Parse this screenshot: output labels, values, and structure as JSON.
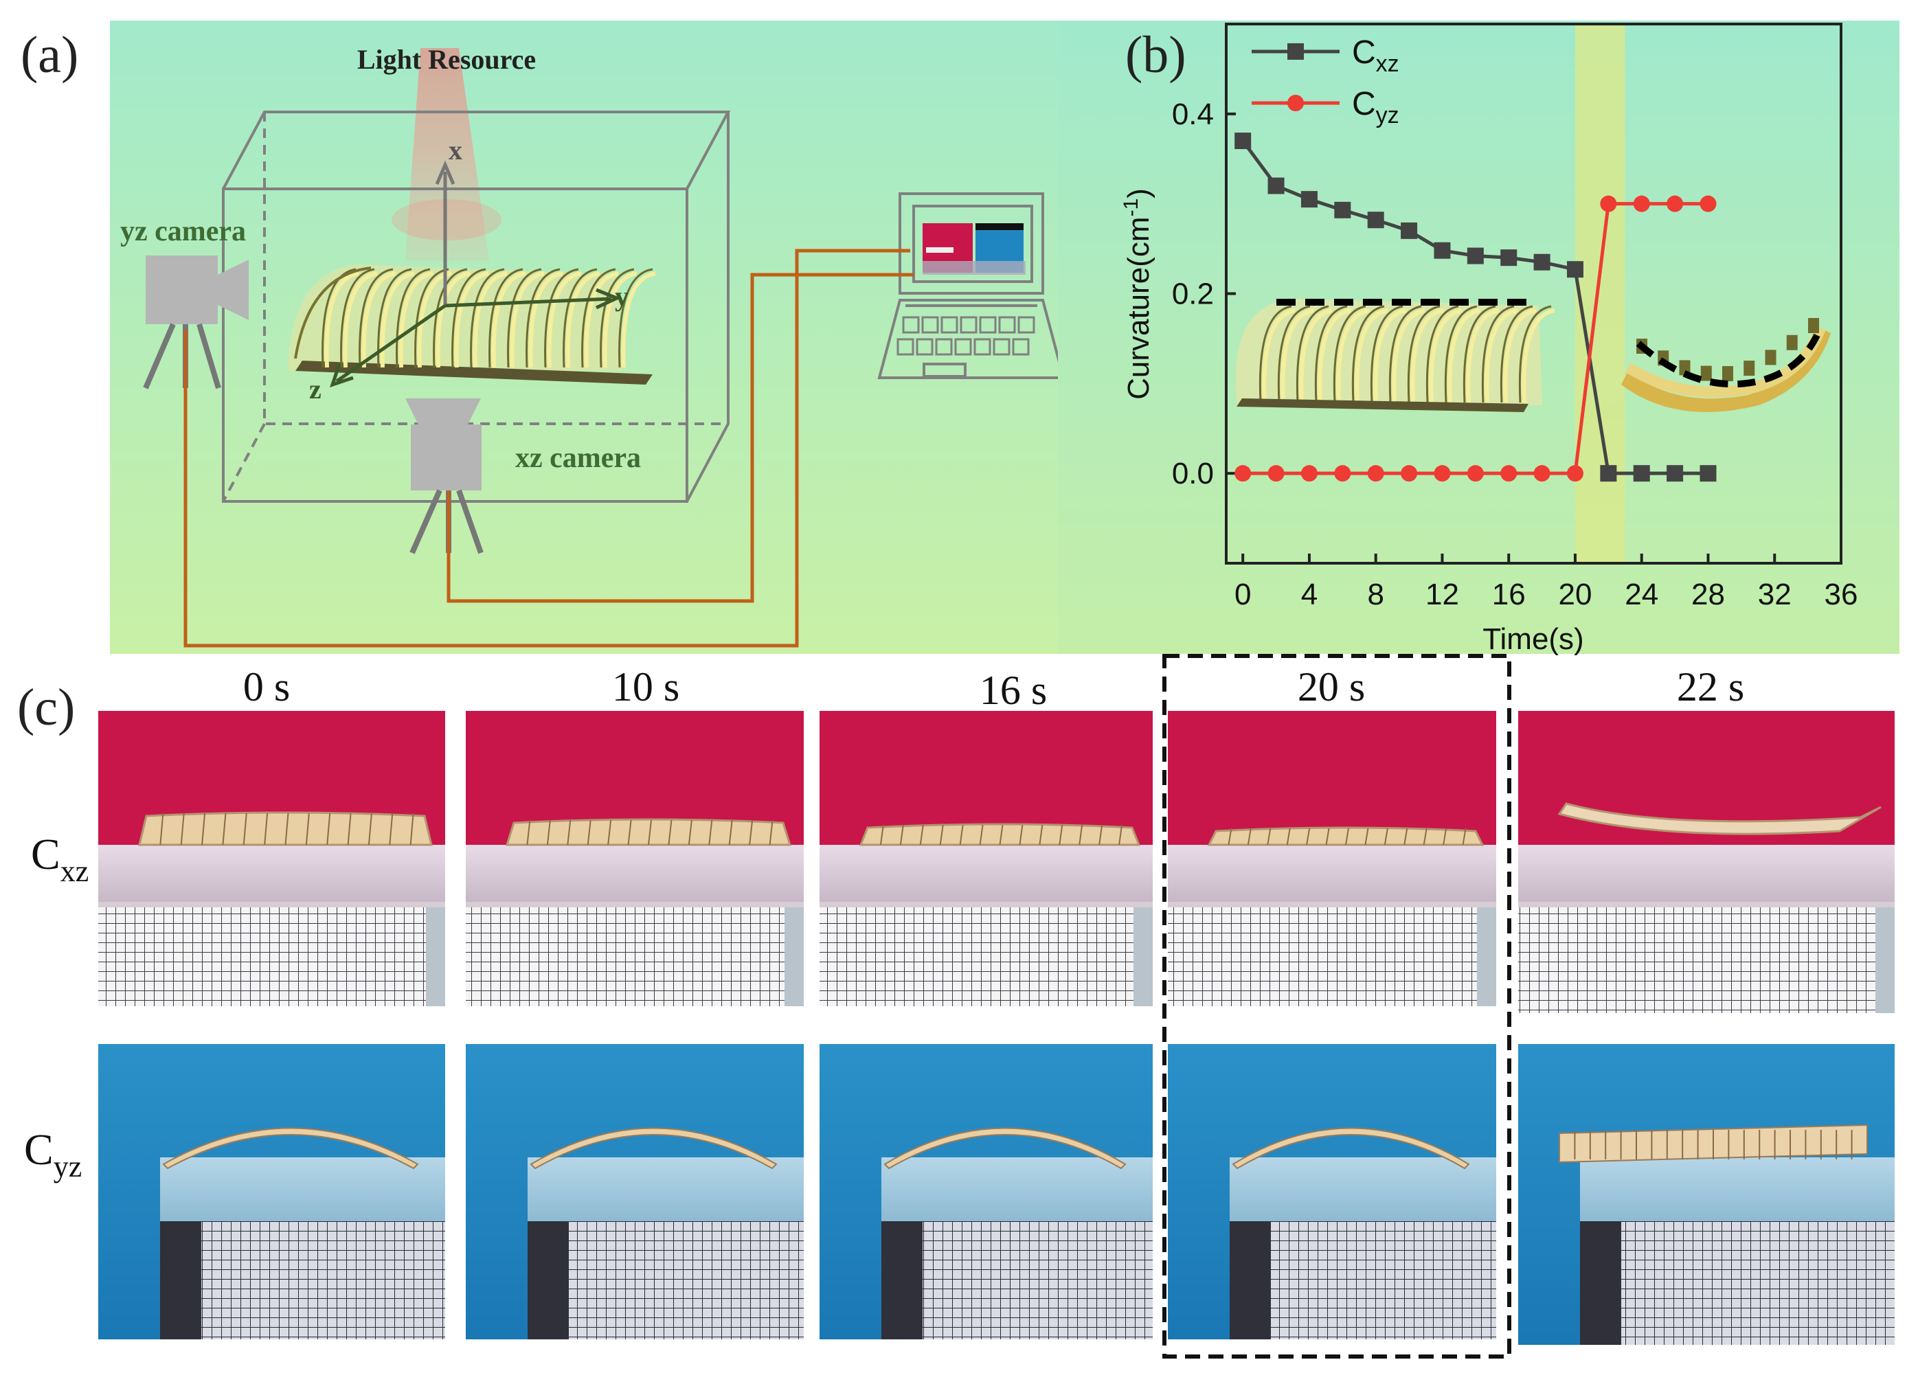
{
  "panels": {
    "a": {
      "label": "(a)",
      "light_label": "Light Resource",
      "yz_camera": "yz camera",
      "xz_camera": "xz camera",
      "axis_x": "x",
      "axis_y": "y",
      "axis_z": "z"
    },
    "b": {
      "label": "(b)"
    },
    "c": {
      "label": "(c)",
      "times": [
        "0 s",
        "10 s",
        "16 s",
        "20 s",
        "22 s"
      ],
      "row1": {
        "main": "C",
        "sub": "xz"
      },
      "row2": {
        "main": "C",
        "sub": "yz"
      },
      "highlight_index": 3
    }
  },
  "colors": {
    "cxz": "#444444",
    "cyz": "#ee3b33",
    "highlight": "#d9e88c",
    "bg_a_top": "#9ee9c9",
    "bg_a_bottom": "#c8f0a8",
    "photo_red": "#c8164a",
    "photo_blue": "#1f86c2",
    "cable": "#c06018"
  },
  "chart_data": {
    "type": "line",
    "xlabel": "Time(s)",
    "ylabel": "Curvature(cm",
    "ylabel_sup": "-1",
    "ylabel_close": ")",
    "xlim": [
      -1,
      36
    ],
    "ylim": [
      -0.1,
      0.5
    ],
    "xticks": [
      0,
      4,
      8,
      12,
      16,
      20,
      24,
      28,
      32,
      36
    ],
    "yticks": [
      0.0,
      0.2,
      0.4
    ],
    "ytick_labels": [
      "0.0",
      "0.2",
      "0.4"
    ],
    "highlight_band": [
      20,
      23
    ],
    "legend_position": "top-left",
    "series": [
      {
        "key": "cxz",
        "name_main": "C",
        "name_sub": "xz",
        "marker": "square",
        "x": [
          0,
          2,
          4,
          6,
          8,
          10,
          12,
          14,
          16,
          18,
          20,
          22,
          24,
          26,
          28
        ],
        "y": [
          0.37,
          0.32,
          0.305,
          0.293,
          0.282,
          0.27,
          0.248,
          0.242,
          0.24,
          0.235,
          0.227,
          0.0,
          0.0,
          0.0,
          0.0
        ]
      },
      {
        "key": "cyz",
        "name_main": "C",
        "name_sub": "yz",
        "marker": "circle",
        "x": [
          0,
          2,
          4,
          6,
          8,
          10,
          12,
          14,
          16,
          18,
          20,
          22,
          24,
          26,
          28
        ],
        "y": [
          0.0,
          0.0,
          0.0,
          0.0,
          0.0,
          0.0,
          0.0,
          0.0,
          0.0,
          0.0,
          0.0,
          0.3,
          0.3,
          0.3,
          0.3
        ]
      }
    ]
  }
}
